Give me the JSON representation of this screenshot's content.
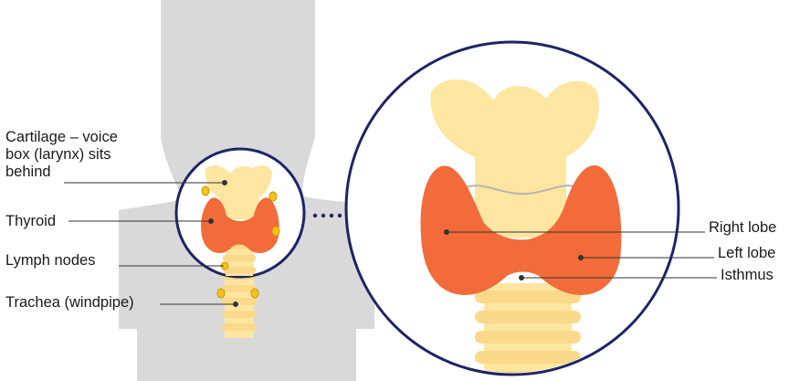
{
  "labels": {
    "cartilage": [
      "Cartilage – voice",
      "box (larynx) sits",
      "behind"
    ],
    "thyroid": "Thyroid",
    "lymph_nodes": "Lymph nodes",
    "trachea": "Trachea (windpipe)",
    "right_lobe": "Right lobe",
    "left_lobe": "Left lobe",
    "isthmus": "Isthmus"
  },
  "colors": {
    "silhouette": "#d9d9da",
    "thyroid": "#f26b3a",
    "cartilage": "#fde6a0",
    "trachea_ring": "#fbd98a",
    "lymph_node": "#f4c21a",
    "circle_outline": "#1f2366",
    "leader_line": "#333333"
  },
  "icons": [
    "person-silhouette",
    "magnifier-circle",
    "dotted-connector"
  ]
}
